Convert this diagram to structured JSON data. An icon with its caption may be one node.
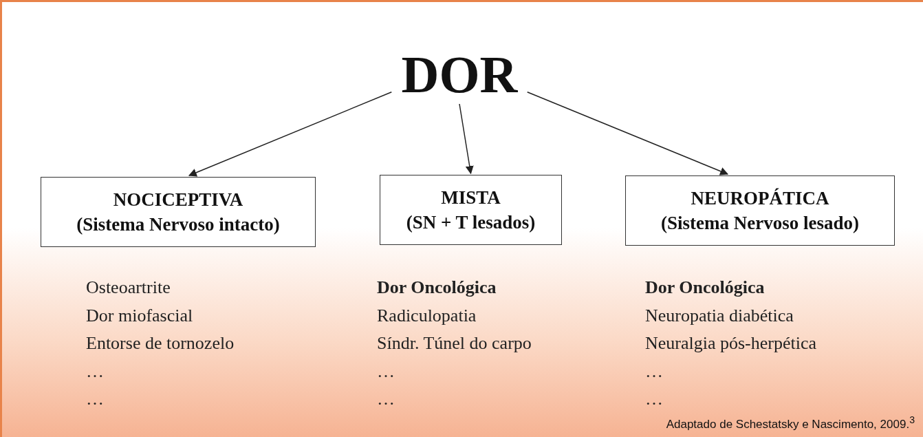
{
  "diagram": {
    "caption": "Adaptado de Schestatsky e Nascimento, 2009.$^{3}$",
    "nodes": [
      {
        "text": [
          "DOR"
        ]
      },
      {
        "text": [
          "NOCICEPTIVA",
          "(Sistema Nervoso intacto)"
        ],
        "beside": [
          "Osteoartrite",
          "Dor miofascial",
          "Entorse de tornozelo",
          "…",
          "…"
        ]
      },
      {
        "text": [
          "MISTA",
          "(SN + T lesados)"
        ],
        "beside": [
          "**Dor Oncológica**",
          "Radiculopatia",
          "Síndr. Túnel do carpo",
          "…",
          "…"
        ]
      },
      {
        "text": [
          "NEUROPÁTICA",
          "(Sistema Nervoso lesado)"
        ],
        "beside": [
          "**Dor Oncológica**",
          "Neuropatia diabética",
          "Neuralgia pós-herpética",
          "…",
          "…"
        ]
      }
    ],
    "edges": [
      {
        "from": 0,
        "to": 1,
        "arrow": "to"
      },
      {
        "from": 0,
        "to": 2,
        "arrow": "to"
      },
      {
        "from": 0,
        "to": 3,
        "arrow": "to"
      }
    ]
  }
}
